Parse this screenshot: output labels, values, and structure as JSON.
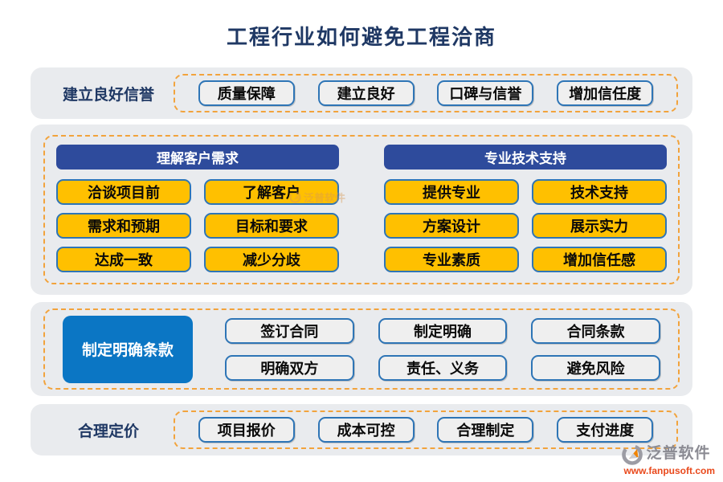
{
  "title": "工程行业如何避免工程洽商",
  "sections": {
    "reputation": {
      "label": "建立良好信誉",
      "items": [
        "质量保障",
        "建立良好",
        "口碑与信誉",
        "增加信任度"
      ]
    },
    "strategies": {
      "left": {
        "header": "理解客户需求",
        "items": [
          "洽谈项目前",
          "了解客户",
          "需求和预期",
          "目标和要求",
          "达成一致",
          "减少分歧"
        ]
      },
      "right": {
        "header": "专业技术支持",
        "items": [
          "提供专业",
          "技术支持",
          "方案设计",
          "展示实力",
          "专业素质",
          "增加信任感"
        ]
      }
    },
    "terms": {
      "label": "制定明确条款",
      "items": [
        "签订合同",
        "制定明确",
        "合同条款",
        "明确双方",
        "责任、义务",
        "避免风险"
      ]
    },
    "pricing": {
      "label": "合理定价",
      "items": [
        "项目报价",
        "成本可控",
        "合理制定",
        "支付进度"
      ]
    }
  },
  "watermark": "泛普软件",
  "footer": {
    "brand": "泛普软件",
    "url": "www.fanpusoft.com"
  },
  "colors": {
    "title_navy": "#1F3864",
    "header_blue": "#2E4B9C",
    "accent_blue": "#0B76C4",
    "node_yellow": "#FFC000",
    "node_border_blue": "#2E75B6",
    "dashed_orange": "#F2A33C",
    "section_bg": "#E9EBEE",
    "footer_url_orange": "#E9491C"
  }
}
